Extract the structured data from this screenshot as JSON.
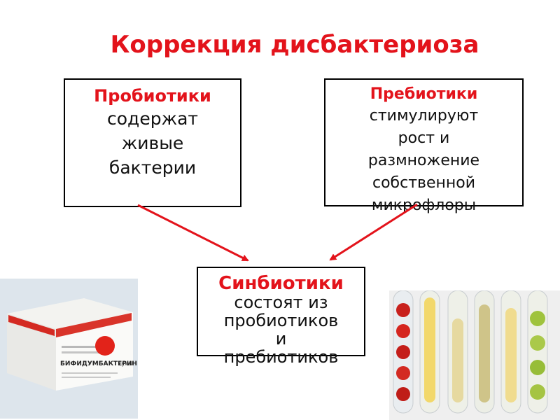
{
  "title": "Коррекция дисбактериоза",
  "probiotics": {
    "heading": "Пробиотики",
    "lines": [
      "содержат",
      "живые",
      "бактерии"
    ]
  },
  "prebiotics": {
    "heading": "Пребиотики",
    "lines": [
      "стимулируют",
      "рост и",
      "размножение",
      "собственной",
      "микрофлоры"
    ]
  },
  "synbiotics": {
    "heading": "Синбиотики",
    "lines": [
      "состоят из",
      "пробиотиков",
      "и",
      "пребиотиков"
    ]
  },
  "product_label": "БИФИДУМБАКТЕРИН",
  "product_label_suffix": "сухой",
  "colors": {
    "accent_red": "#e3131b",
    "border": "#000000"
  },
  "icons": [
    "bifidumbacterin-package-image",
    "fruit-test-tubes-image"
  ]
}
